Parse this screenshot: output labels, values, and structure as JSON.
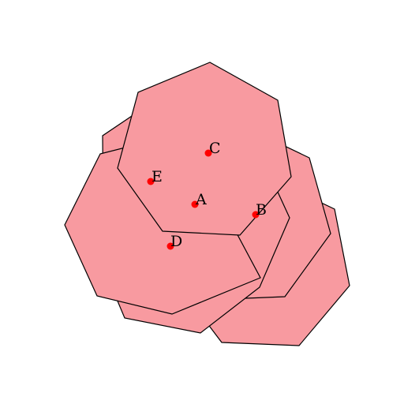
{
  "diagram": {
    "fill_color": "#f89aa0",
    "stroke_color": "#000000",
    "point_color": "#ff0000",
    "points": [
      {
        "label": "A"
      },
      {
        "label": "B"
      },
      {
        "label": "C"
      },
      {
        "label": "D"
      },
      {
        "label": "E"
      }
    ]
  }
}
